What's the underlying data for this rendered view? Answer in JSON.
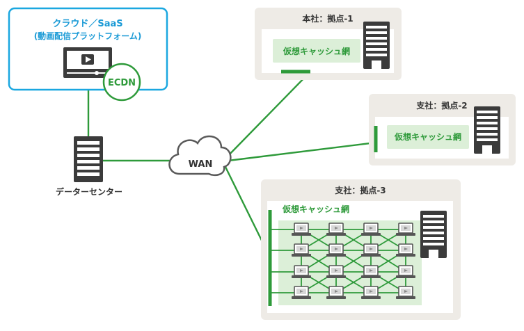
{
  "cloud_box": {
    "title": "クラウド／SaaS",
    "subtitle": "(動画配信プラットフォーム)",
    "ecdn_label": "ECDN"
  },
  "datacenter": {
    "label": "データーセンター"
  },
  "wan": {
    "label": "WAN"
  },
  "sites": {
    "site1": {
      "title": "本社：拠点-1",
      "cache_label": "仮想キャッシュ網"
    },
    "site2": {
      "title": "支社：拠点-2",
      "cache_label": "仮想キャッシュ網"
    },
    "site3": {
      "title": "支社：拠点-3",
      "cache_label": "仮想キャッシュ網"
    }
  },
  "colors": {
    "cloud_border": "#1aa7e0",
    "cloud_title": "#1a9ad6",
    "green": "#2e9a3a",
    "green_fill": "#dcefd8",
    "site_bg": "#eeebe6",
    "building": "#3b3b3b"
  }
}
